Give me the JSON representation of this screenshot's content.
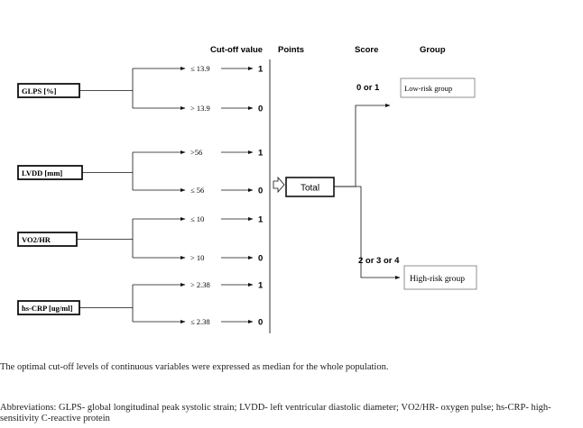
{
  "headers": {
    "cutoff": "Cut-off value",
    "points": "Points",
    "score": "Score",
    "group": "Group"
  },
  "variables": [
    {
      "label": "GLPS [%]",
      "cutoffs": [
        {
          "value": "≤ 13.9",
          "point": "1"
        },
        {
          "value": "> 13.9",
          "point": "0"
        }
      ]
    },
    {
      "label": "LVDD [mm]",
      "cutoffs": [
        {
          "value": ">56",
          "point": "1"
        },
        {
          "value": "≤ 56",
          "point": "0"
        }
      ]
    },
    {
      "label": "VO2/HR",
      "cutoffs": [
        {
          "value": "≤ 10",
          "point": "1"
        },
        {
          "value": "> 10",
          "point": "0"
        }
      ]
    },
    {
      "label": "hs-CRP [ug/ml]",
      "cutoffs": [
        {
          "value": "> 2.38",
          "point": "1"
        },
        {
          "value": "≤ 2.38",
          "point": "0"
        }
      ]
    }
  ],
  "total_label": "Total",
  "outcomes": [
    {
      "score": "0 or 1",
      "group": "Low-risk group"
    },
    {
      "score": "2 or 3 or 4",
      "group": "High-risk group"
    }
  ],
  "captions": {
    "note": "The optimal cut-off levels of continuous variables were expressed as median for the whole population.",
    "abbreviations": "Abbreviations: GLPS- global longitudinal peak systolic strain; LVDD- left ventricular diastolic diameter; VO2/HR- oxygen pulse; hs-CRP- high-sensitivity C-reactive protein"
  }
}
